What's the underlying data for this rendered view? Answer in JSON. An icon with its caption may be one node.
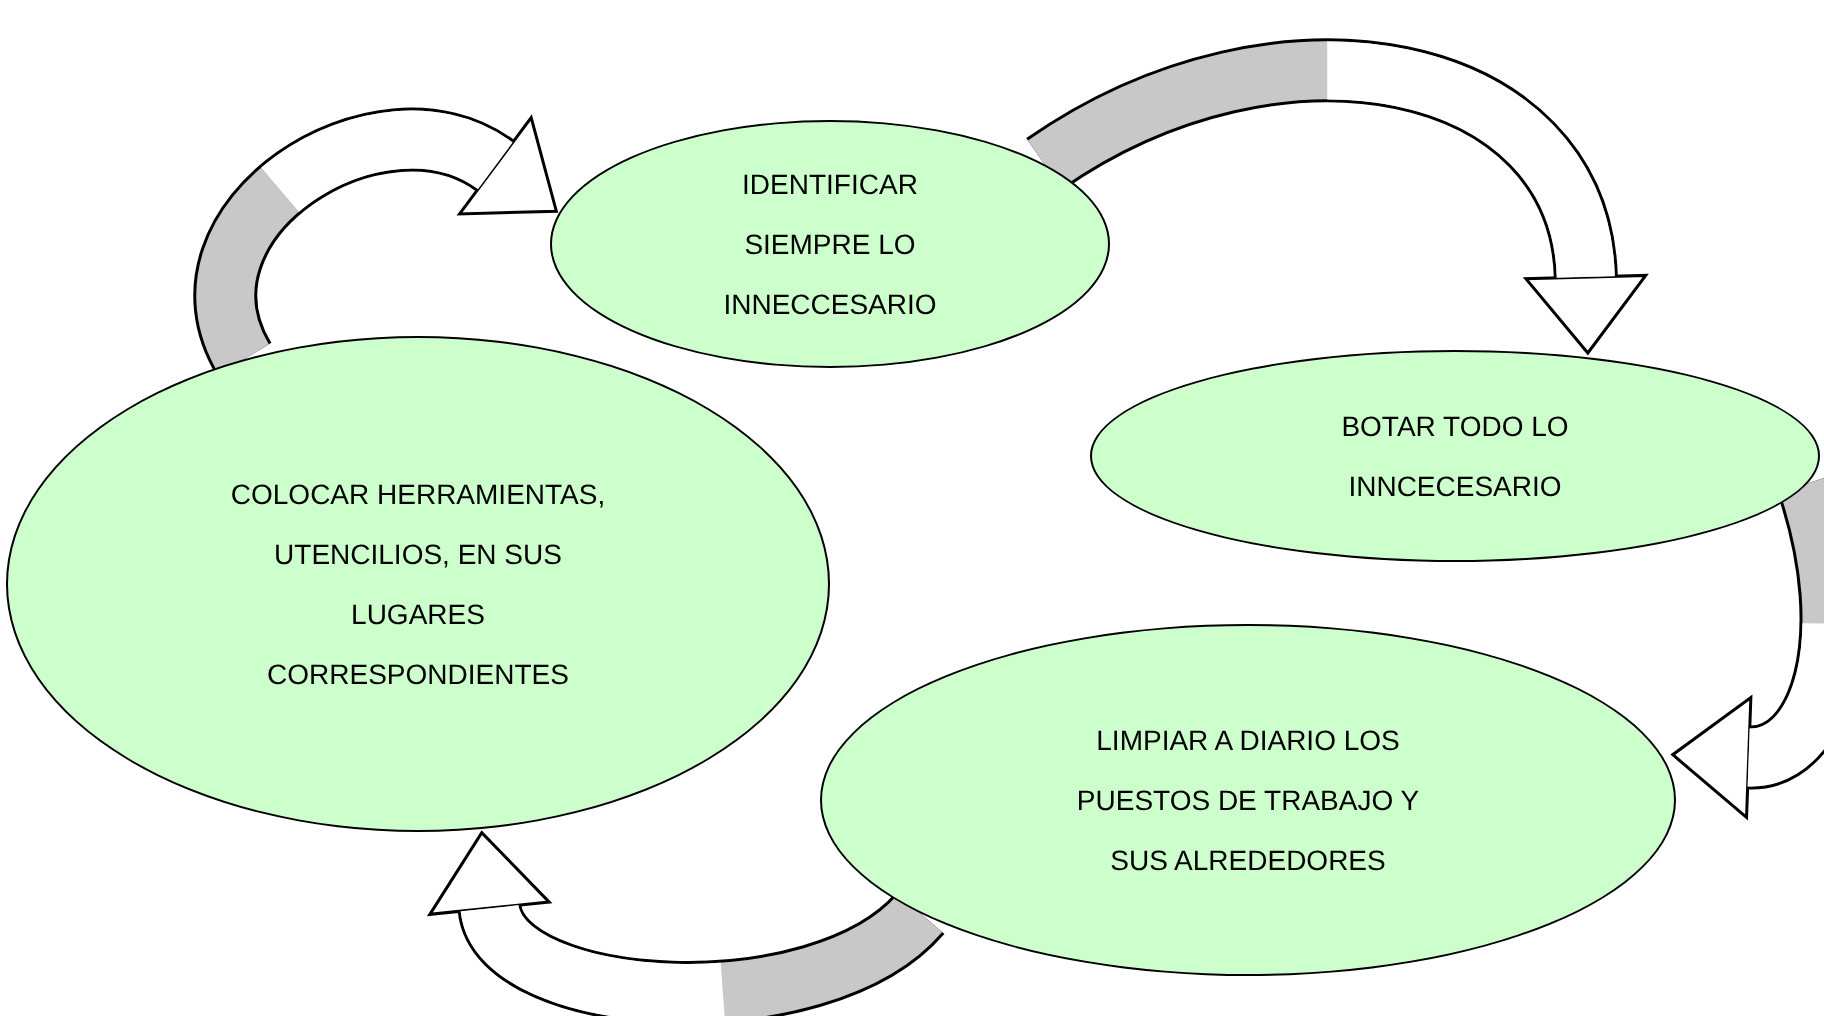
{
  "diagram": {
    "nodes": [
      {
        "text": [
          "IDENTIFICAR SIEMPRE LO INNECCESARIO"
        ]
      },
      {
        "text": [
          "BOTAR TODO LO INNCECESARIO"
        ]
      },
      {
        "text": [
          "COLOCAR HERRAMIENTAS, UTENCILIOS, EN SUS LUGARES CORRESPONDIENTES"
        ]
      },
      {
        "text": [
          "LIMPIAR A DIARIO LOS PUESTOS DE TRABAJO Y SUS ALREDEDORES"
        ]
      }
    ],
    "edges": [
      {
        "from": 0,
        "to": 1,
        "arrow": "to"
      },
      {
        "from": 1,
        "to": 3,
        "arrow": "to"
      },
      {
        "from": 3,
        "to": 2,
        "arrow": "to"
      },
      {
        "from": 2,
        "to": 0,
        "arrow": "to"
      }
    ]
  }
}
